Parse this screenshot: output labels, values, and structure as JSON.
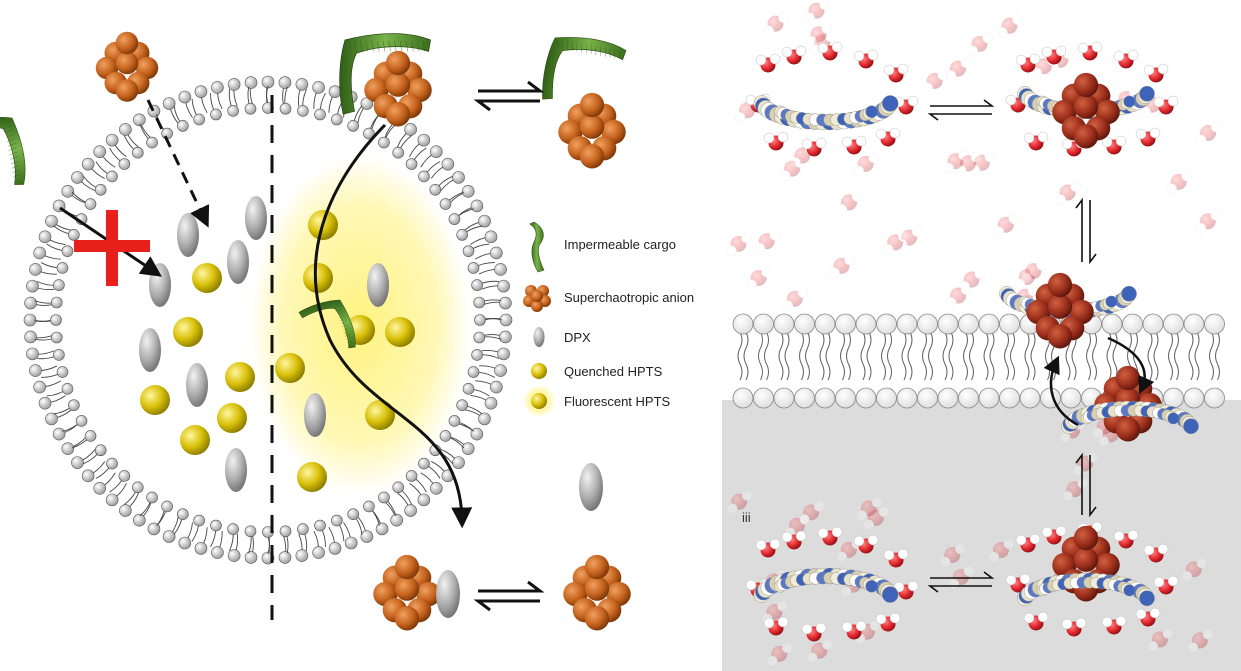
{
  "legend": {
    "items": [
      {
        "icon": "impermeable-cargo-icon",
        "label": "Impermeable cargo"
      },
      {
        "icon": "superchaotropic-anion-icon",
        "label": "Superchaotropic anion"
      },
      {
        "icon": "dpx-icon",
        "label": "DPX"
      },
      {
        "icon": "quenched-hpts-icon",
        "label": "Quenched HPTS"
      },
      {
        "icon": "fluorescent-hpts-icon",
        "label": "Fluorescent HPTS"
      }
    ]
  },
  "right_panel": {
    "step_label": "iii"
  },
  "colors": {
    "cargo_green": "#4f8a2a",
    "anion_orange": "#c4621c",
    "dpx_gray": "#a9a9a9",
    "hpts_yellow": "#d9c10a",
    "glow_yellow": "#fff27a",
    "block_x_red": "#e8201c",
    "water_oxygen": "#e0262c",
    "cyclodextrin_blue": "#3f63b8",
    "membrane_lower_region": "#dcdcdc"
  }
}
